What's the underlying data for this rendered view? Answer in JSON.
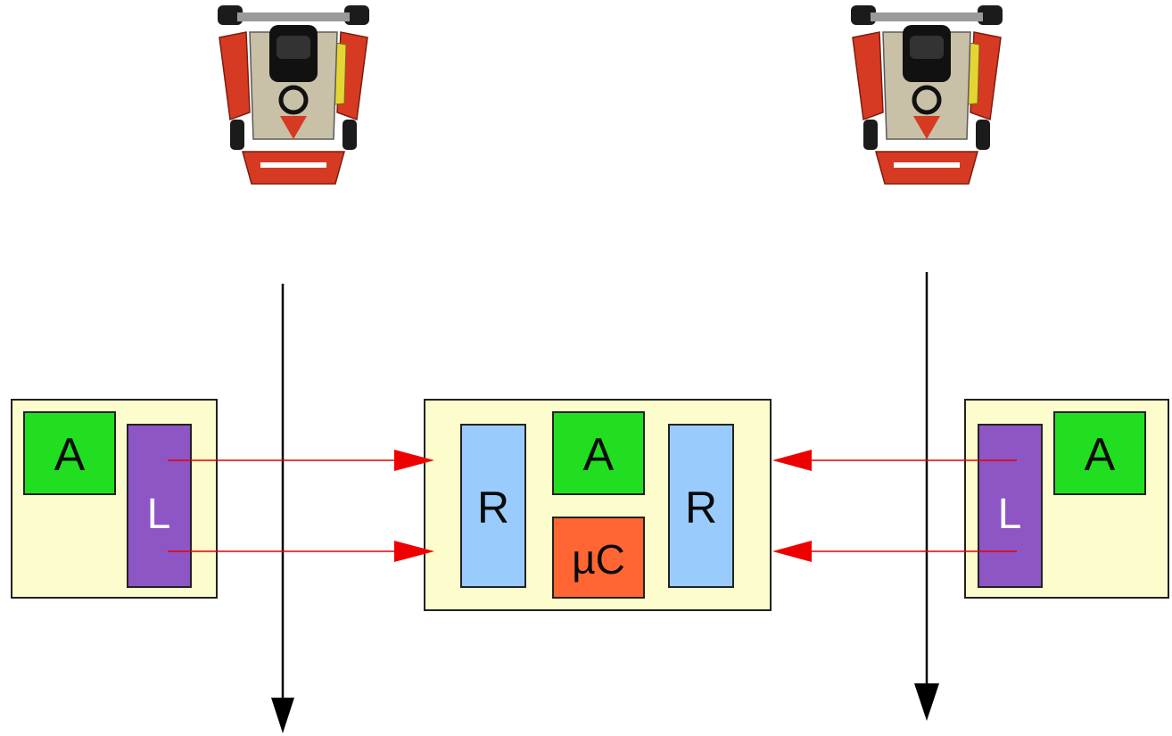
{
  "colors": {
    "panel_fill": "#fcfccd",
    "panel_stroke": "#222222",
    "green_block": "#21de21",
    "purple_block": "#8e55c4",
    "blue_block": "#99ccfd",
    "orange_block": "#ff6633",
    "signal_arrow": "#e00000",
    "track_arrow": "#000000",
    "kart_body": "#d63a22"
  },
  "icons": {
    "left_kart": "go-kart-icon",
    "right_kart": "go-kart-icon"
  },
  "left_station": {
    "antenna_label": "A",
    "laser_label": "L"
  },
  "center_station": {
    "receiver_left_label": "R",
    "antenna_label": "A",
    "receiver_right_label": "R",
    "mcu_label": "µC"
  },
  "right_station": {
    "antenna_label": "A",
    "laser_label": "L"
  }
}
